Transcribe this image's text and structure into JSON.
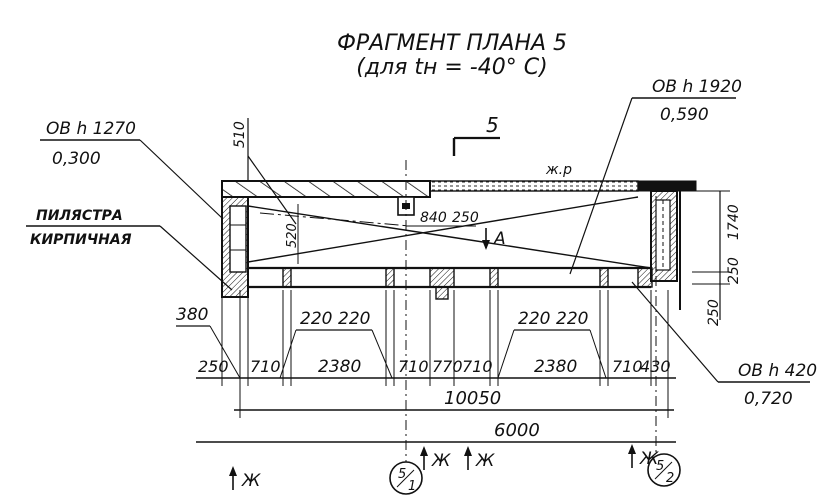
{
  "title": "ФРАГМЕНТ ПЛАНА 5",
  "subtitle": "(для tн = -40° С)",
  "callouts": {
    "ov_1270": {
      "top": "ОВ h 1270",
      "bottom": "0,300"
    },
    "ov_1920": {
      "top": "ОВ h 1920",
      "bottom": "0,590"
    },
    "ov_420": {
      "top": "ОВ h 420",
      "bottom": "0,720"
    },
    "pilaster": {
      "line1": "ПИЛЯСТРА",
      "line2": "КИРПИЧНАЯ"
    }
  },
  "section_mark": "5",
  "labels": {
    "zh_r": "ж.р",
    "dim_510": "510",
    "dim_520": "520",
    "dim_840": "840",
    "dim_250_top": "250",
    "mark_a": "А",
    "dim_1740": "1740",
    "dim_250_right": "250",
    "dim_250_right2": "250",
    "dim_380": "380",
    "dim_220_1": "220",
    "dim_220_2": "220",
    "dim_220_3": "220",
    "dim_220_4": "220"
  },
  "dimension_chain": [
    "250",
    "710",
    "2380",
    "710",
    "770",
    "710",
    "2380",
    "710",
    "430"
  ],
  "overall_dim": "10050",
  "axis_dim": "6000",
  "axes": [
    {
      "num": "5",
      "sub": "1"
    },
    {
      "num": "5",
      "sub": "2"
    }
  ],
  "zh_marks": [
    "Ж",
    "Ж",
    "Ж",
    "Ж"
  ]
}
